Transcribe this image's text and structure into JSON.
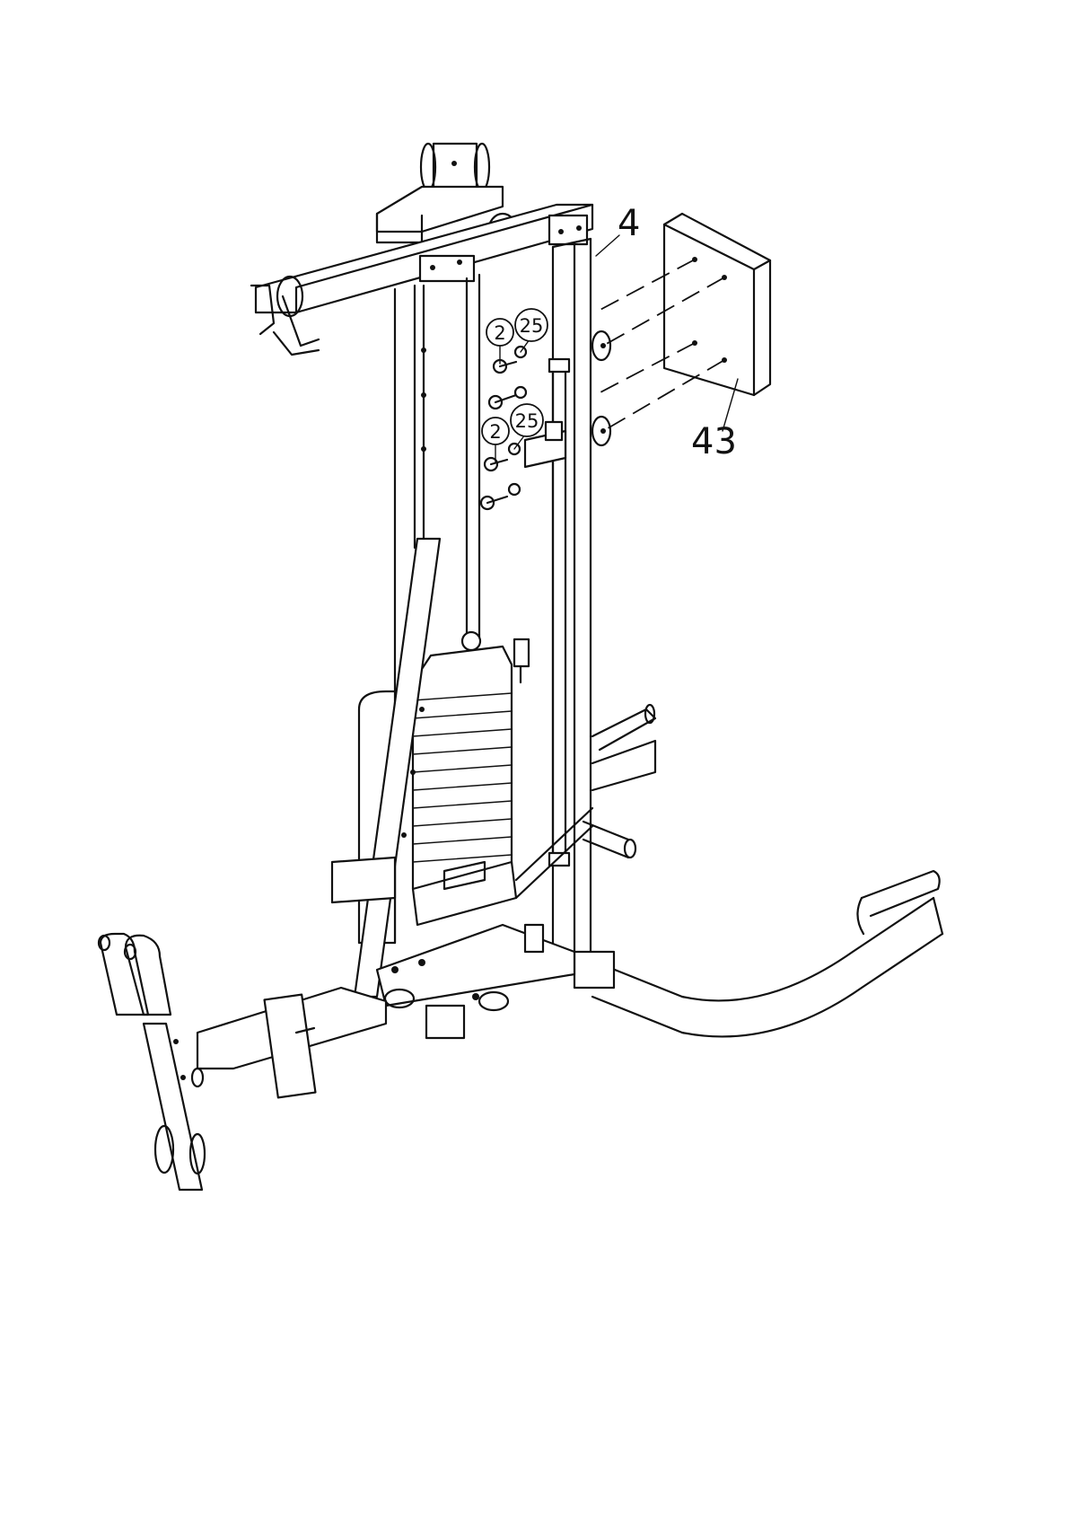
{
  "labels": {
    "frame_part": "4",
    "pad_part": "43",
    "bolt_upper": "2",
    "washer_upper": "25",
    "bolt_lower": "2",
    "washer_lower": "25"
  }
}
